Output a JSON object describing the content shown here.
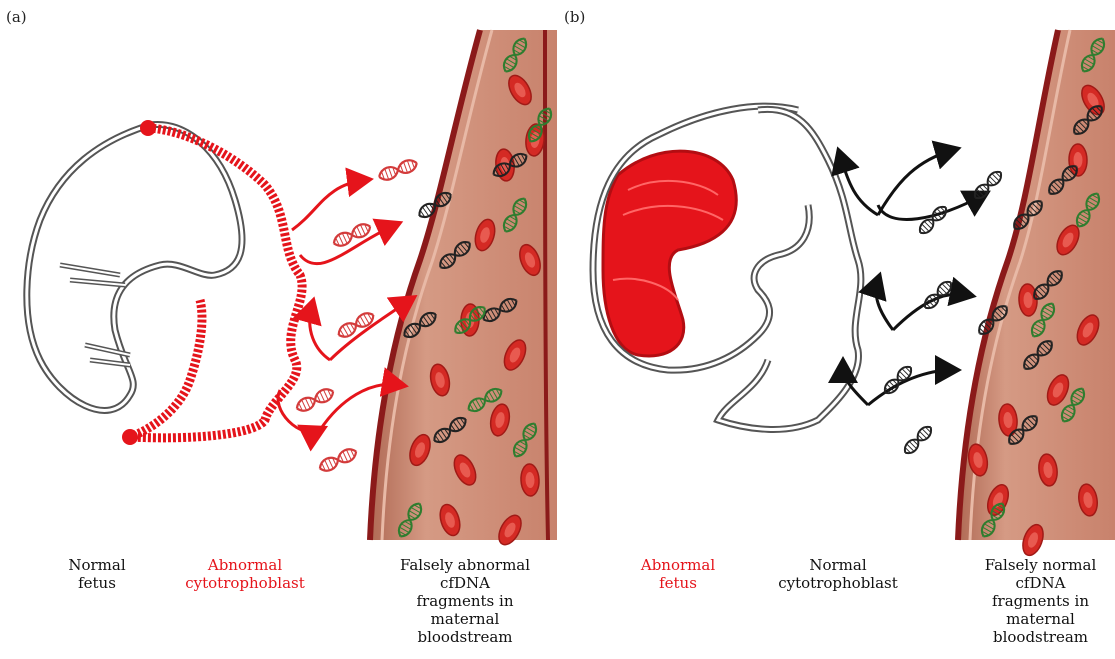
{
  "colors": {
    "abnormal": "#e5141b",
    "normal": "#111111",
    "vessel": "#c98870",
    "vessel_edge": "#8b1a1a",
    "rbc": "#d42a24",
    "dna_red": "#d33b3b",
    "dna_black": "#222222",
    "dna_green": "#2f7d2f"
  },
  "panels": [
    {
      "label": "(a)",
      "captions": {
        "fetus": "Normal\nfetus",
        "cytotrophoblast": "Abnormal\ncytotrophoblast",
        "cfdna": "Falsely abnormal\ncfDNA\nfragments in\nmaternal\nbloodstream"
      },
      "fetus_abnormal": false,
      "cytotrophoblast_abnormal": true
    },
    {
      "label": "(b)",
      "captions": {
        "fetus": "Abnormal\nfetus",
        "cytotrophoblast": "Normal\ncytotrophoblast",
        "cfdna": "Falsely normal\ncfDNA\nfragments in\nmaternal\nbloodstream"
      },
      "fetus_abnormal": true,
      "cytotrophoblast_abnormal": false
    }
  ]
}
